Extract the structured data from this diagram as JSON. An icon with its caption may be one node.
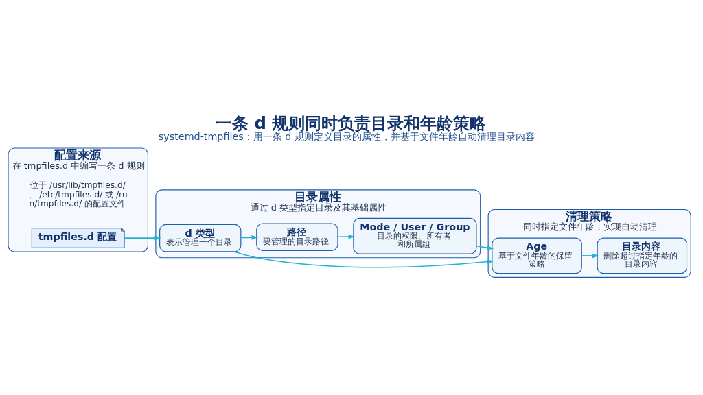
{
  "diagram": {
    "title": "一条 d 规则同时负责目录和年龄策略",
    "caption": "systemd-tmpfiles：用一条 d 规则定义目录的属性，并基于文件年龄自动清理目录内容",
    "nodes": [
      {
        "text": [
          "配置来源",
          "在 tmpfiles.d 中编写一条 d 规则"
        ]
      },
      {
        "text": [
          "tmpfiles.d 配置"
        ],
        "in": 0,
        "beside": [
          "位于 /usr/lib/tmpfiles.d/、 /etc/tmpfiles.d/ 或 /run/tmpfiles.d/ 的配置文件"
        ]
      },
      {
        "text": [
          "目录属性",
          "通过 d 类型指定目录及其基础属性"
        ]
      },
      {
        "text": [
          "d 类型",
          "表示管理一个目录"
        ],
        "in": 2
      },
      {
        "text": [
          "路径",
          "要管理的目录路径"
        ],
        "in": 2
      },
      {
        "text": [
          "Mode / User / Group",
          "目录的权限、所有者和所属组"
        ],
        "in": 2
      },
      {
        "text": [
          "清理策略",
          "同时指定文件年龄，实现自动清理"
        ]
      },
      {
        "text": [
          "Age",
          "基于文件年龄的保留策略"
        ],
        "in": 6
      },
      {
        "text": [
          "目录内容",
          "删除超过指定年龄的目录内容"
        ],
        "in": 6
      }
    ],
    "edges": [
      {
        "from": 1,
        "to": 3,
        "arrow": "to"
      },
      {
        "from": 3,
        "to": 4,
        "arrow": "to"
      },
      {
        "from": 4,
        "to": 5,
        "arrow": "to"
      },
      {
        "from": 5,
        "to": 7,
        "arrow": "to"
      },
      {
        "from": 3,
        "to": 7,
        "arrow": "to"
      },
      {
        "from": 7,
        "to": 8,
        "arrow": "to"
      }
    ]
  }
}
